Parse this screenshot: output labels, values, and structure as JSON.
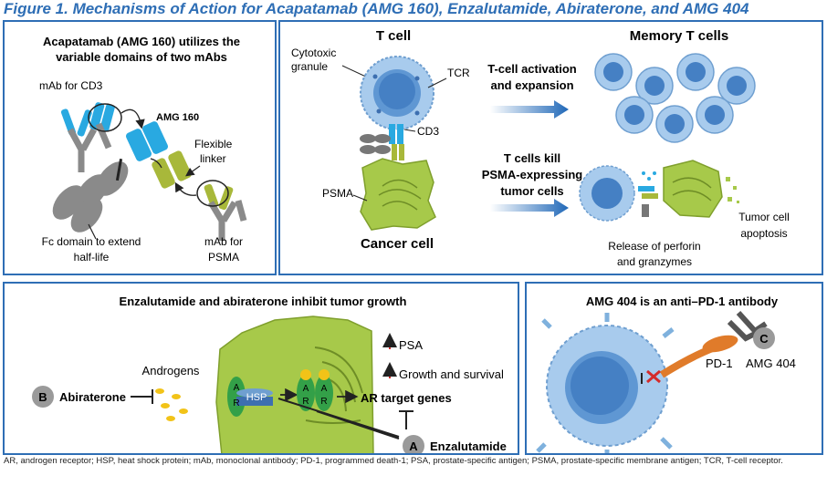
{
  "figure_title": "Figure 1. Mechanisms of Action for Acapatamab (AMG 160), Enzalutamide, Abiraterone, and AMG 404",
  "panel_acapatamab": {
    "title_line1": "Acapatamab (AMG 160) utilizes the",
    "title_line2": "variable domains of two mAbs",
    "mab_cd3": "mAb for CD3",
    "amg160": "AMG 160",
    "flexible": "Flexible",
    "linker": "linker",
    "fc_line1": "Fc domain to extend",
    "fc_line2": "half-life",
    "mab_psma_line1": "mAb for",
    "mab_psma_line2": "PSMA"
  },
  "panel_tcell": {
    "tcell": "T cell",
    "cytotoxic": "Cytotoxic",
    "granule": "granule",
    "tcr": "TCR",
    "cd3": "CD3",
    "psma": "PSMA",
    "cancer_cell": "Cancer cell",
    "activation_line1": "T-cell activation",
    "activation_line2": "and expansion",
    "memory": "Memory T cells",
    "kill_line1": "T cells kill",
    "kill_line2": "PSMA-expressing",
    "kill_line3": "tumor cells",
    "release_line1": "Release of perforin",
    "release_line2": "and granzymes",
    "apoptosis_line1": "Tumor cell",
    "apoptosis_line2": "apoptosis"
  },
  "panel_enza": {
    "title": "Enzalutamide and abiraterone inhibit tumor growth",
    "psa": "PSA",
    "growth": "Growth and survival",
    "androgens": "Androgens",
    "abiraterone": "Abiraterone",
    "b": "B",
    "a": "A",
    "ar": "AR",
    "hsp": "HSP",
    "ar_target": "AR target genes",
    "enzalutamide": "Enzalutamide"
  },
  "panel_amg404": {
    "title": "AMG 404 is an anti–PD-1 antibody",
    "pd1": "PD-1",
    "amg404": "AMG 404",
    "c": "C"
  },
  "footnote": "AR, androgen receptor; HSP, heat shock protein; mAb, monoclonal antibody; PD-1, programmed death-1; PSA, prostate-specific antigen; PSMA, prostate-specific membrane antigen; TCR, T-cell receptor.",
  "colors": {
    "title_blue": "#2e6eb5",
    "tcell_blue": "#7fb1dd",
    "cancer_green": "#9bbf3a",
    "antibody_gray": "#8a8a8a",
    "cd3_blue": "#29a9e1",
    "psma_green": "#a8b83a",
    "pd1_orange": "#e07b2a",
    "ar_green": "#33a048",
    "arrow_red": "#d42b2b"
  }
}
